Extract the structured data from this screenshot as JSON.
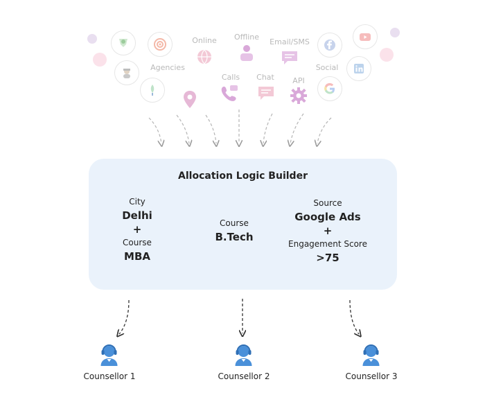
{
  "sources": {
    "online": "Online",
    "offline": "Offline",
    "email_sms": "Email/SMS",
    "agencies": "Agencies",
    "calls": "Calls",
    "chat": "Chat",
    "api": "API",
    "social": "Social"
  },
  "builder": {
    "title": "Allocation Logic Builder",
    "left": {
      "label1": "City",
      "value1": "Delhi",
      "plus": "+",
      "label2": "Course",
      "value2": "MBA"
    },
    "middle": {
      "label": "Course",
      "value": "B.Tech"
    },
    "right": {
      "label1": "Source",
      "value1": "Google Ads",
      "plus": "+",
      "label2": "Engagement Score",
      "value2": ">75"
    }
  },
  "counsellors": [
    "Counsellor 1",
    "Counsellor 2",
    "Counsellor 3"
  ],
  "colors": {
    "box": "#eaf2fb",
    "counsellor": "#4a90d9",
    "source_icon": "#d9a8d9"
  }
}
